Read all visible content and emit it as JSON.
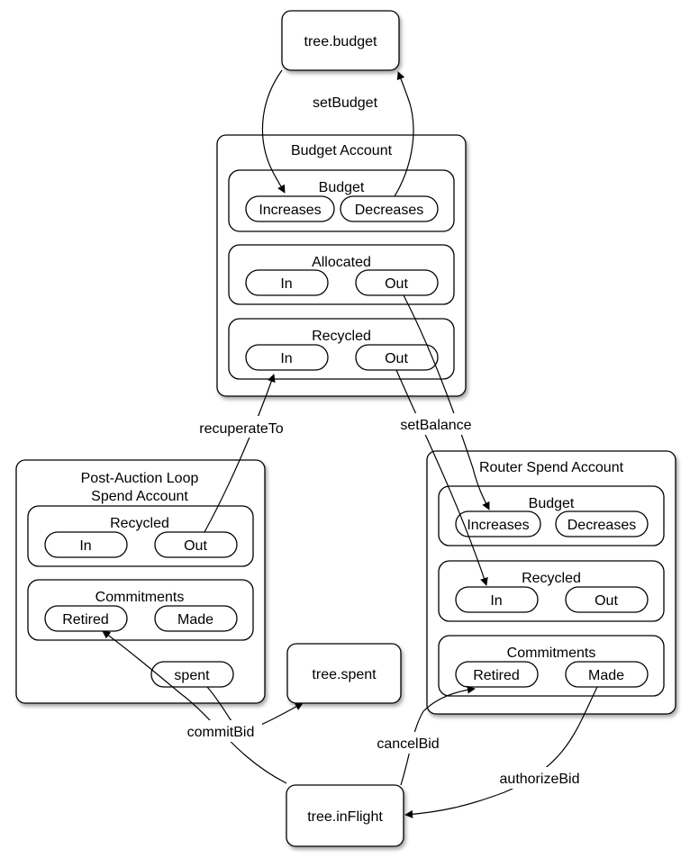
{
  "nodes": {
    "tree_budget": "tree.budget",
    "tree_spent": "tree.spent",
    "tree_inflight": "tree.inFlight"
  },
  "budget_account": {
    "title": "Budget Account",
    "budget": {
      "title": "Budget",
      "left": "Increases",
      "right": "Decreases"
    },
    "allocated": {
      "title": "Allocated",
      "left": "In",
      "right": "Out"
    },
    "recycled": {
      "title": "Recycled",
      "left": "In",
      "right": "Out"
    }
  },
  "post_auction": {
    "title_line1": "Post-Auction Loop",
    "title_line2": "Spend Account",
    "recycled": {
      "title": "Recycled",
      "left": "In",
      "right": "Out"
    },
    "commitments": {
      "title": "Commitments",
      "left": "Retired",
      "right": "Made"
    },
    "spent": "spent"
  },
  "router_spend": {
    "title": "Router Spend Account",
    "budget": {
      "title": "Budget",
      "left": "Increases",
      "right": "Decreases"
    },
    "recycled": {
      "title": "Recycled",
      "left": "In",
      "right": "Out"
    },
    "commitments": {
      "title": "Commitments",
      "left": "Retired",
      "right": "Made"
    }
  },
  "edges": {
    "set_budget": "setBudget",
    "recuperate_to": "recuperateTo",
    "set_balance": "setBalance",
    "commit_bid": "commitBid",
    "cancel_bid": "cancelBid",
    "authorize_bid": "authorizeBid"
  }
}
